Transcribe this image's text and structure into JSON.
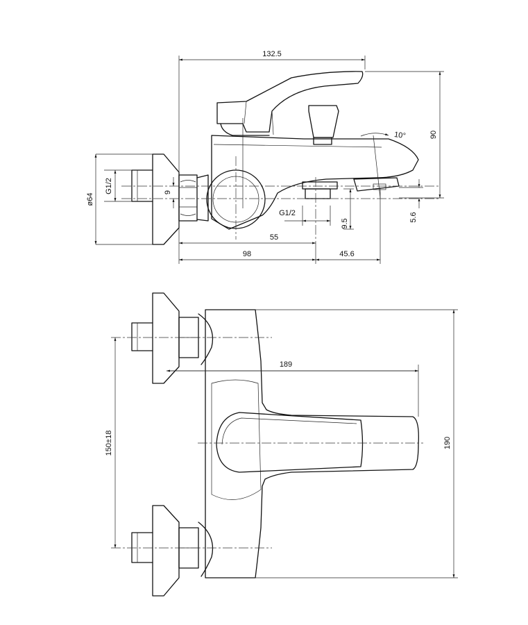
{
  "side_view": {
    "dimensions": {
      "overall_length": "132.5",
      "height": "90",
      "flange_diameter": "ø64",
      "inlet_thread": "G1/2",
      "inlet_offset": "9",
      "outlet_thread": "G1/2",
      "outlet_offset": "9.5",
      "spout_drop": "5.6",
      "handle_angle": "10°",
      "wall_to_outlet": "55",
      "wall_to_axis": "98",
      "axis_to_spout": "45.6"
    }
  },
  "top_view": {
    "dimensions": {
      "projection": "189",
      "body_height": "190",
      "inlet_spacing": "150±18"
    }
  }
}
